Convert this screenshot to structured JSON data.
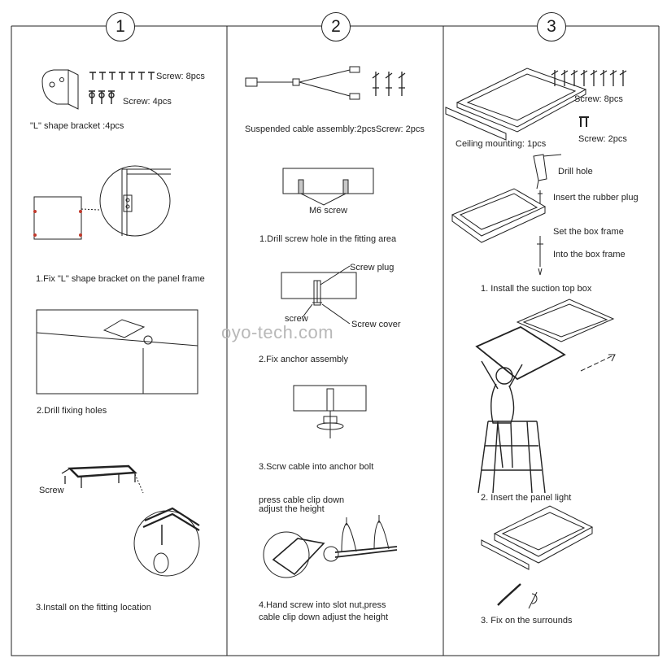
{
  "watermark": "oyo-tech.com",
  "columns": [
    {
      "number": "1",
      "parts": {
        "bracket": "\"L\"  shape bracket :4pcs",
        "screw_a": "Screw: 8pcs",
        "screw_b": "Screw: 4pcs"
      },
      "steps": [
        "1.Fix \"L\" shape bracket on the panel frame",
        "2.Drill fixing holes",
        "3.Install on the fitting location"
      ],
      "callout": "Screw"
    },
    {
      "number": "2",
      "parts": {
        "cable": "Suspended cable assembly:2pcs",
        "screw": "Screw: 2pcs"
      },
      "callouts": {
        "m6": "M6 screw",
        "plug": "Screw plug",
        "screw": "screw",
        "cover": "Screw cover",
        "clip_line1": "press cable clip down",
        "clip_line2": "adjust the height"
      },
      "steps": [
        "1.Drill screw hole in the fitting area",
        "2.Fix anchor assembly",
        "3.Scrw cable into anchor bolt",
        "4.Hand screw into slot nut,press",
        "cable clip down adjust the height"
      ]
    },
    {
      "number": "3",
      "parts": {
        "screw_a": "Screw: 8pcs",
        "screw_b": "Screw: 2pcs",
        "mounting": "Ceiling mounting: 1pcs"
      },
      "callouts": {
        "drill": "Drill hole",
        "plug": "Insert the rubber plug",
        "frame": "Set the box frame",
        "into": "Into the box frame"
      },
      "steps": [
        "1. Install the suction top box",
        "2. Insert the panel light",
        "3. Fix on the surrounds"
      ]
    }
  ]
}
